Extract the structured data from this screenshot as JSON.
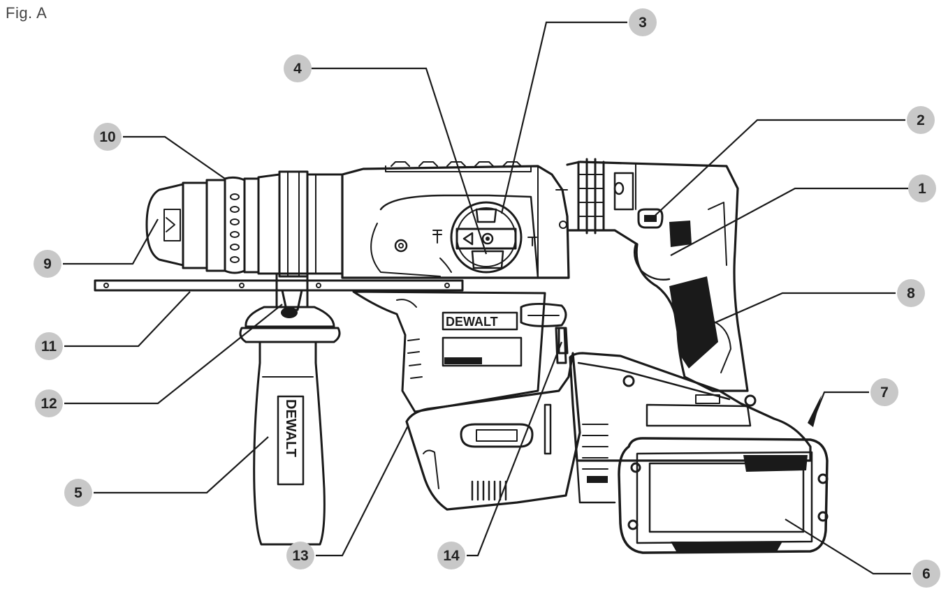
{
  "figure": {
    "caption": "Fig. A",
    "brand_text": "DEWALT"
  },
  "colors": {
    "ink": "#1a1a1a",
    "badge": "#c8c8c8",
    "label_text": "#222222"
  },
  "callouts": [
    {
      "id": "1",
      "label": "1"
    },
    {
      "id": "2",
      "label": "2"
    },
    {
      "id": "3",
      "label": "3"
    },
    {
      "id": "4",
      "label": "4"
    },
    {
      "id": "5",
      "label": "5"
    },
    {
      "id": "6",
      "label": "6"
    },
    {
      "id": "7",
      "label": "7"
    },
    {
      "id": "8",
      "label": "8"
    },
    {
      "id": "9",
      "label": "9"
    },
    {
      "id": "10",
      "label": "10"
    },
    {
      "id": "11",
      "label": "11"
    },
    {
      "id": "12",
      "label": "12"
    },
    {
      "id": "13",
      "label": "13"
    },
    {
      "id": "14",
      "label": "14"
    }
  ]
}
